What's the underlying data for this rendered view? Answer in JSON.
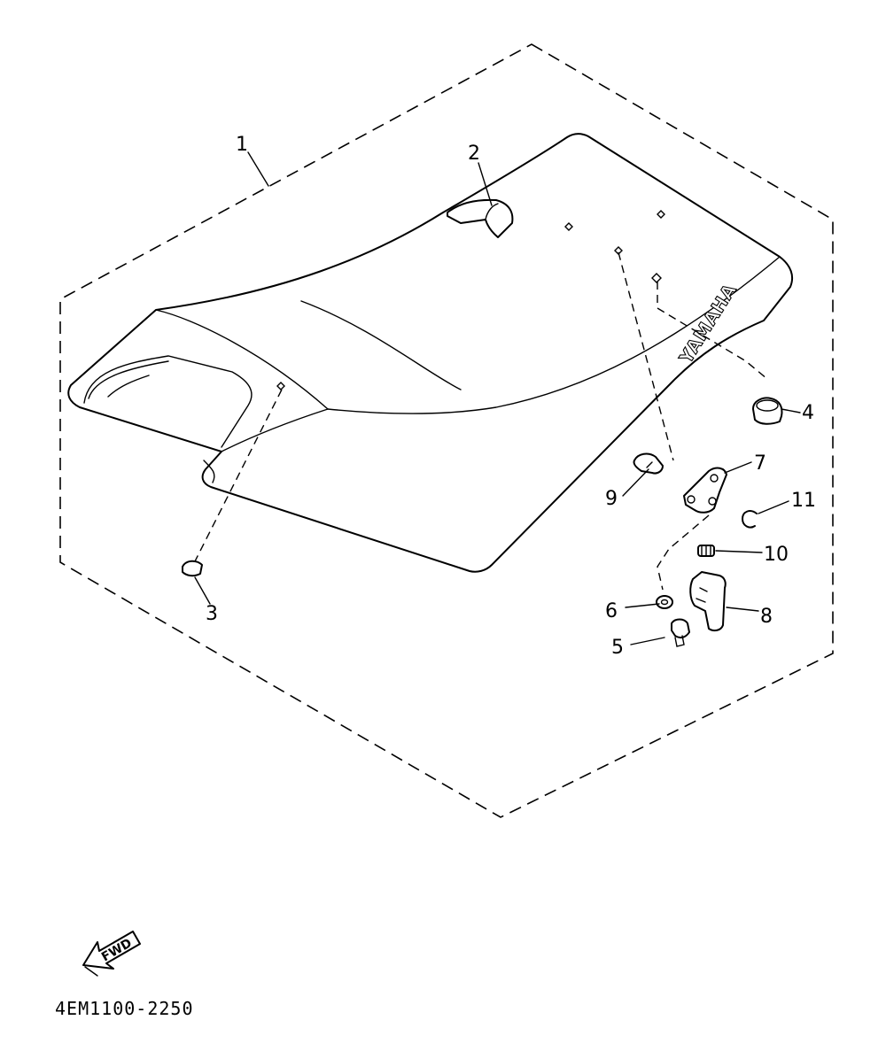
{
  "diagram": {
    "brand_text": "YAMAHA",
    "fwd_label": "FWD",
    "drawing_code": "4EM1100-2250",
    "callouts": [
      "1",
      "2",
      "3",
      "4",
      "5",
      "6",
      "7",
      "8",
      "9",
      "10",
      "11"
    ]
  }
}
